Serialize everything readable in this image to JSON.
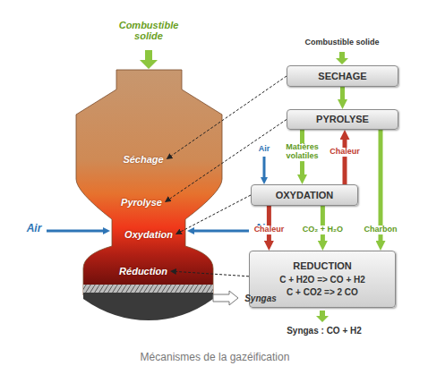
{
  "diagram": {
    "caption": "Mécanismes de la gazéification",
    "nodes": [
      {
        "text": [
          "Séchage"
        ]
      },
      {
        "text": [
          "Pyrolyse"
        ]
      },
      {
        "text": [
          "Oxydation"
        ]
      },
      {
        "text": [
          "Réduction"
        ]
      },
      {
        "text": [
          "SECHAGE"
        ]
      },
      {
        "text": [
          "PYROLYSE"
        ]
      },
      {
        "text": [
          "OXYDATION"
        ]
      },
      {
        "text": [
          "REDUCTION",
          "C + H2O => CO + H2",
          "C + CO2 => 2 CO"
        ]
      }
    ],
    "edges": [
      {
        "from": 4,
        "to": 5,
        "arrow": "to"
      },
      {
        "from": 5,
        "to": 6,
        "label": "Matières volatiles",
        "arrow": "to"
      },
      {
        "from": 6,
        "to": 5,
        "label": "Chaleur",
        "arrow": "to"
      },
      {
        "from": 5,
        "to": 7,
        "label": "Charbon",
        "arrow": "to"
      },
      {
        "from": 6,
        "to": 7,
        "label": "Chaleur",
        "arrow": "to"
      },
      {
        "from": 6,
        "to": 7,
        "label": "CO₂ + H₂O",
        "arrow": "to"
      },
      {
        "from": 4,
        "to": 0,
        "arrow": "to"
      },
      {
        "from": 5,
        "to": 1,
        "arrow": "to"
      },
      {
        "from": 6,
        "to": 2,
        "arrow": "to"
      },
      {
        "from": 7,
        "to": 3,
        "arrow": "to"
      }
    ],
    "labels": [
      "Combustible solide",
      "Combustible solide",
      "Air",
      "Air",
      "Air",
      "Syngas",
      "Syngas : CO + H2"
    ]
  }
}
